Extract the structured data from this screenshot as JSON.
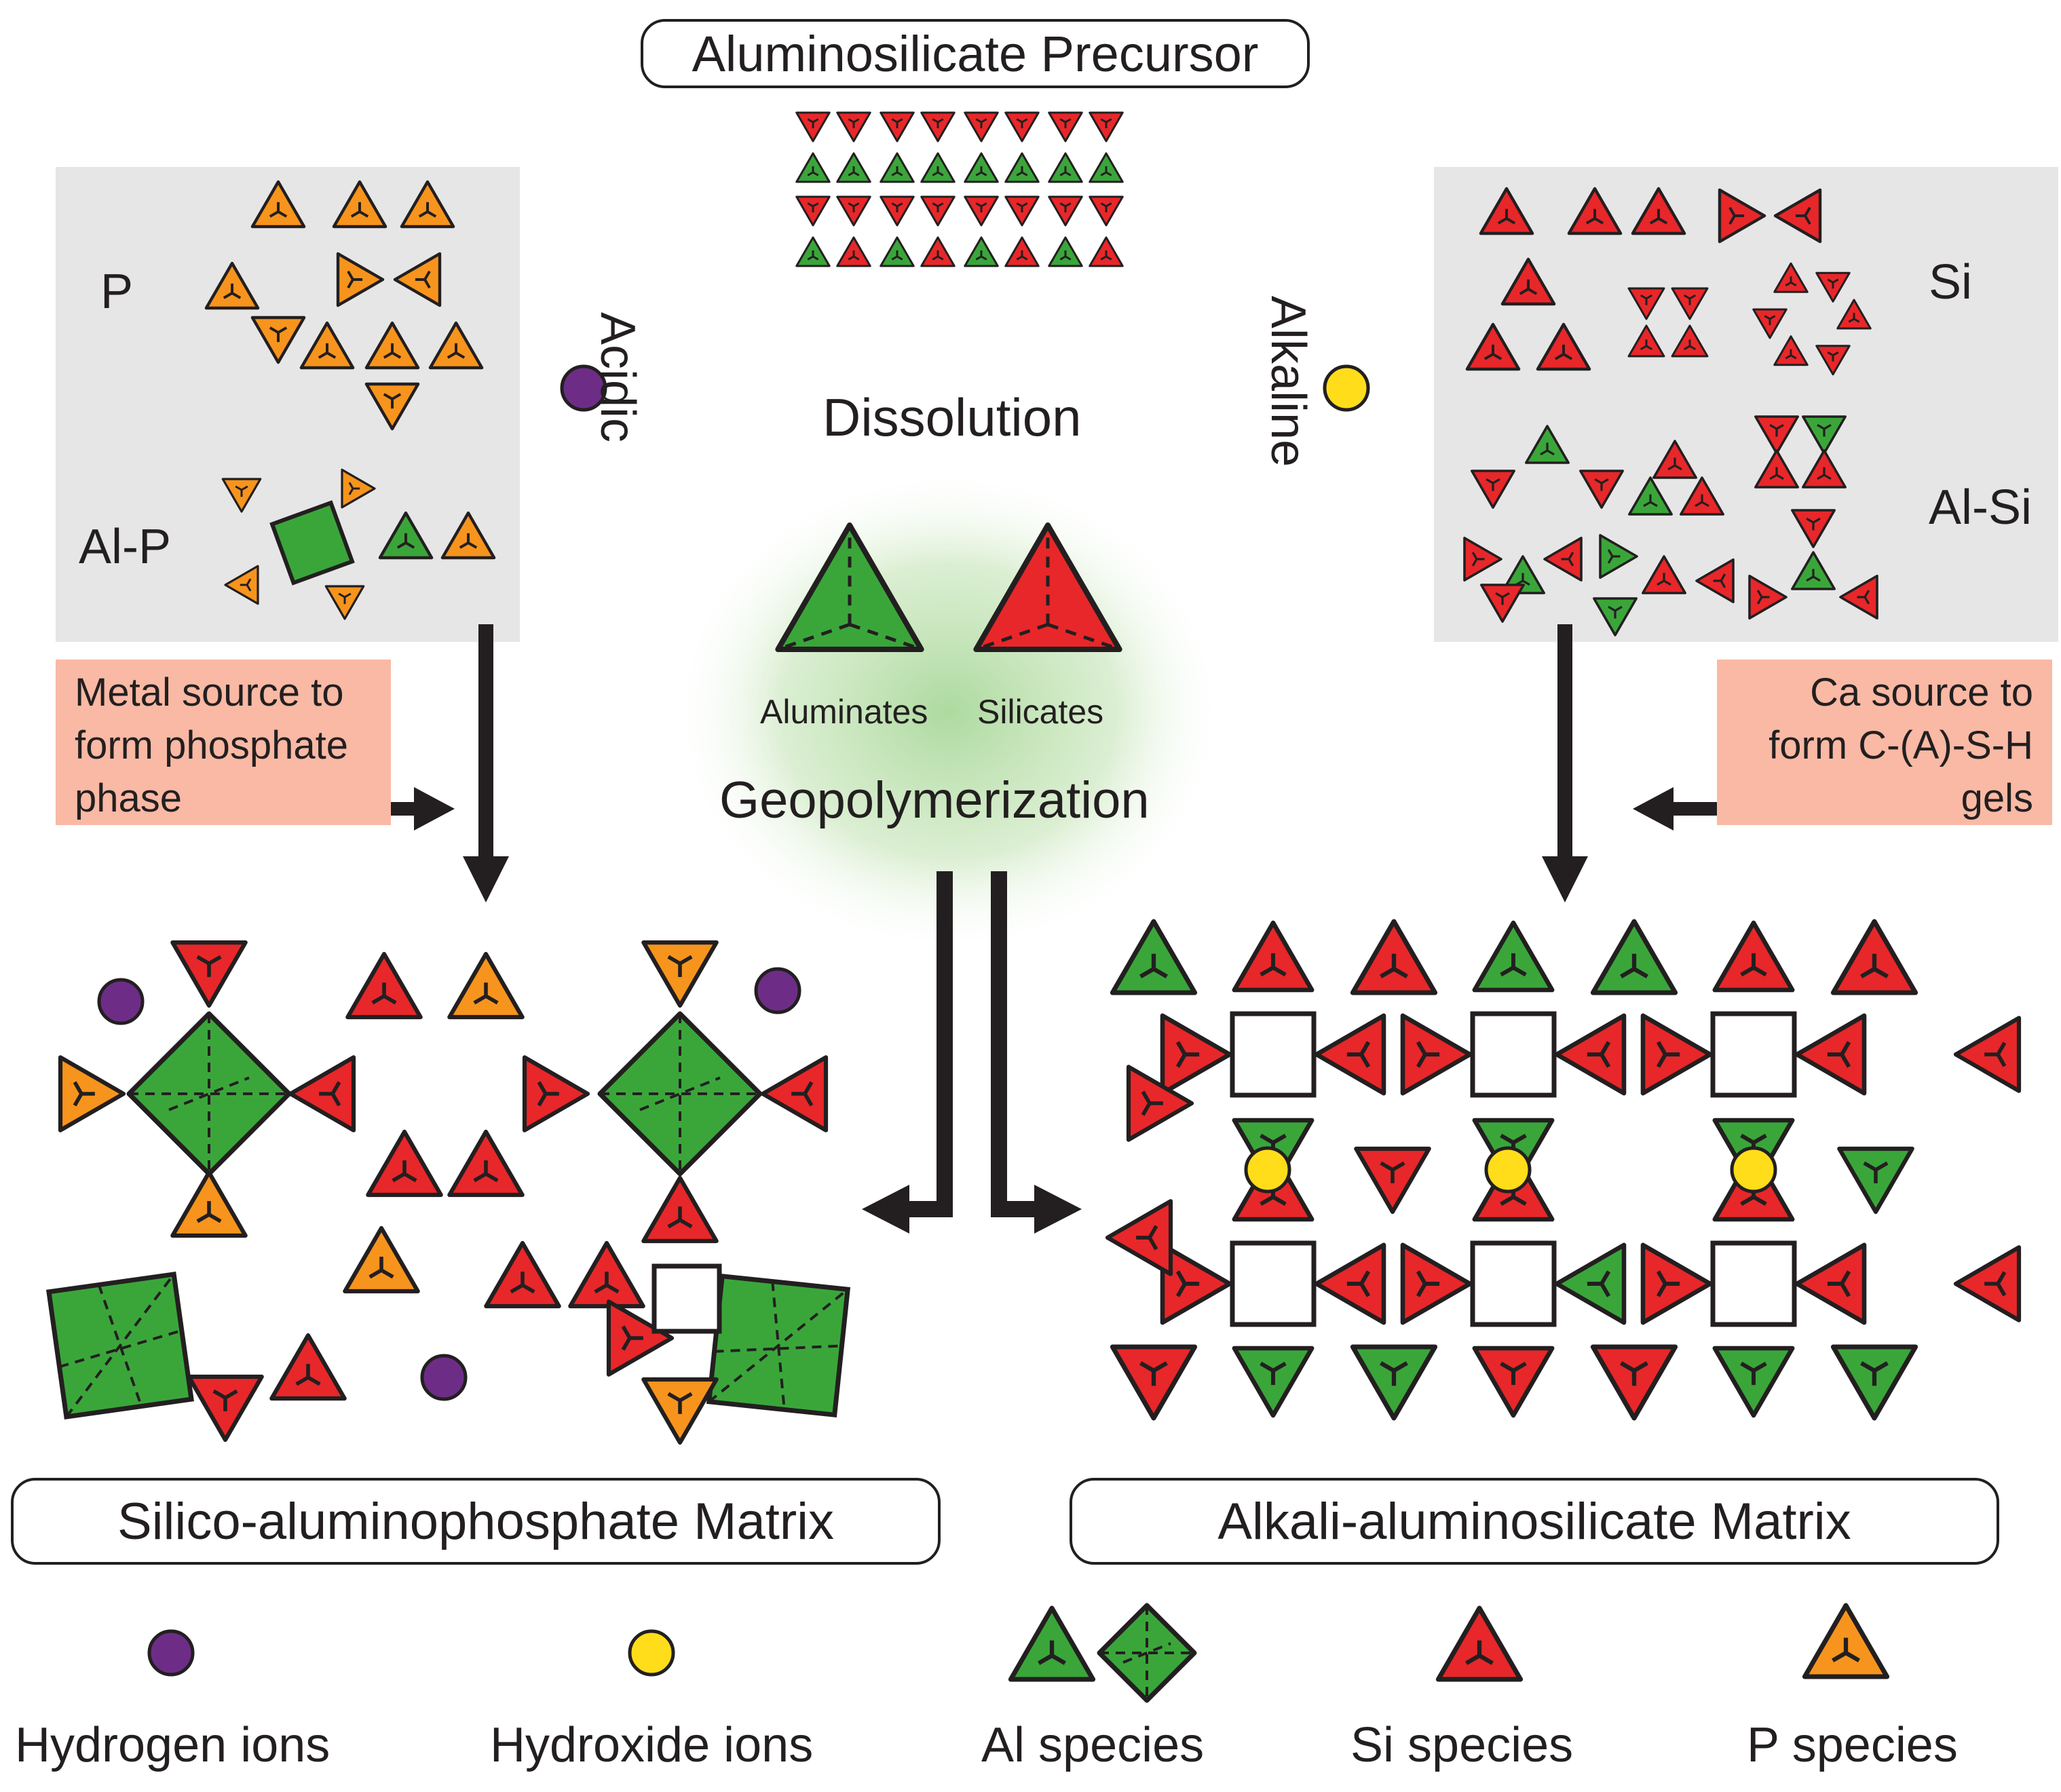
{
  "title": "Aluminosilicate Precursor",
  "center": {
    "dissolution": "Dissolution",
    "aluminates": "Aluminates",
    "silicates": "Silicates",
    "geopolymerization": "Geopolymerization"
  },
  "left": {
    "condition": "Acidic",
    "group_p": "P",
    "group_alp": "Al-P",
    "note": [
      "Metal source to",
      "form phosphate",
      "phase"
    ],
    "matrix": "Silico-aluminophosphate Matrix"
  },
  "right": {
    "condition": "Alkaline",
    "group_si": "Si",
    "group_alsi": "Al-Si",
    "note": [
      "Ca source to",
      "form C-(A)-S-H",
      "gels"
    ],
    "matrix": "Alkali-aluminosilicate Matrix"
  },
  "legend": [
    {
      "label": "Hydrogen ions",
      "icon": "purple-circle-icon"
    },
    {
      "label": "Hydroxide ions",
      "icon": "yellow-circle-icon"
    },
    {
      "label": "Al species",
      "icon": "green-tetrahedron-icon"
    },
    {
      "label": "Si species",
      "icon": "red-tetrahedron-icon"
    },
    {
      "label": "P species",
      "icon": "orange-tetrahedron-icon"
    }
  ],
  "colors": {
    "al": "#3aa63a",
    "si": "#e8272a",
    "p": "#f7941d",
    "hydrogen": "#6d2d86",
    "hydroxide": "#ffdd1a",
    "panel": "#e6e6e6",
    "note": "#f9b9a4",
    "stroke": "#231f20"
  }
}
